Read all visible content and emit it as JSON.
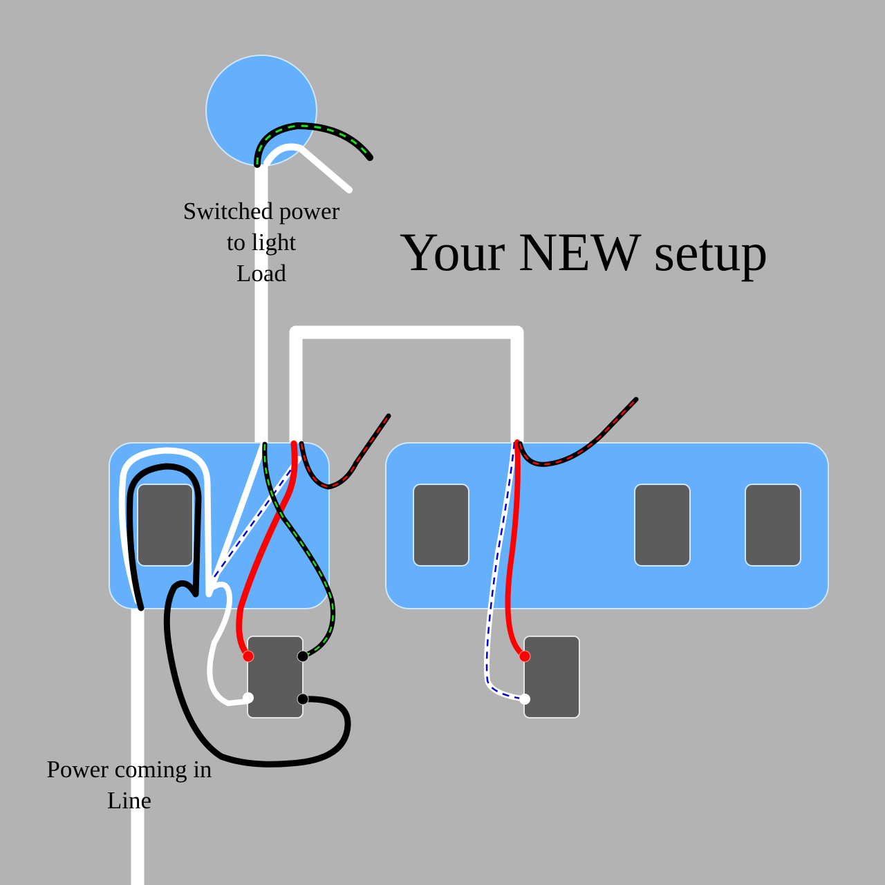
{
  "title": "Your NEW setup",
  "labels": {
    "load": [
      "Switched power",
      "to light",
      "Load"
    ],
    "line": [
      "Power coming in",
      "Line"
    ]
  },
  "colors": {
    "background": "#b3b3b3",
    "box": "#64b0fc",
    "box_border": "#cfe6ff",
    "slot": "#5c5c5c",
    "wire_white": "#ffffff",
    "wire_black": "#000000",
    "wire_red": "#ff0000",
    "stripe_green": "#19e019",
    "stripe_blue": "#0000dd"
  },
  "components": {
    "light_fixture": "ceiling light box",
    "left_box": "single-gang box with device",
    "right_box": "multi-gang box with three devices",
    "left_switch": "3-way switch with red, black, white and black terminals",
    "right_switch": "3-way switch with red and white terminals"
  }
}
